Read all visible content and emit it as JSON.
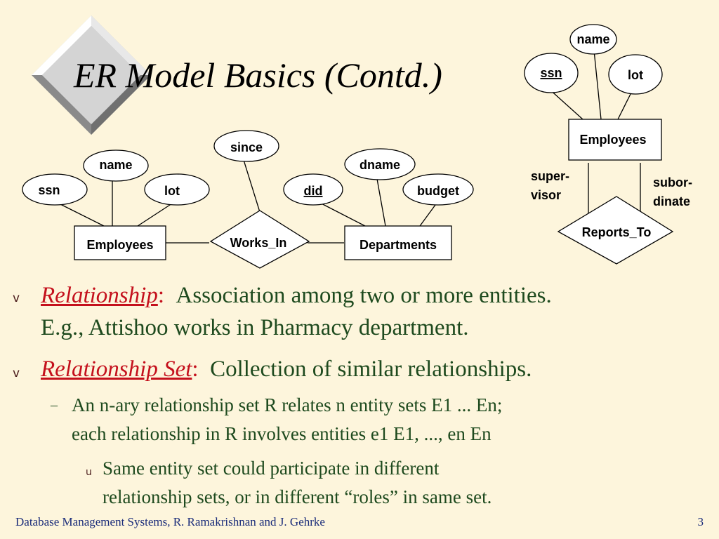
{
  "slide": {
    "title": "ER Model Basics (Contd.)",
    "footer_left": "Database Management Systems, R. Ramakrishnan and J. Gehrke",
    "page_number": "3",
    "colors": {
      "background": "#fdf5dc",
      "body_text": "#1e4a1e",
      "term_text": "#c4101c",
      "footer_text": "#1a2c7a"
    }
  },
  "diagram_left": {
    "entity1": "Employees",
    "entity1_attrs": [
      "ssn",
      "name",
      "lot"
    ],
    "relationship": "Works_In",
    "relationship_attr": "since",
    "entity2": "Departments",
    "entity2_attrs": [
      "did",
      "dname",
      "budget"
    ]
  },
  "diagram_right": {
    "entity": "Employees",
    "attrs": [
      "name",
      "ssn",
      "lot"
    ],
    "relationship": "Reports_To",
    "role_left": [
      "super-",
      "visor"
    ],
    "role_right": [
      "subor-",
      "dinate"
    ]
  },
  "bullets": [
    {
      "marker": "v",
      "term": "Relationship",
      "colon": ":",
      "lines": [
        "Association among two or more entities.",
        "E.g., Attishoo works in Pharmacy department."
      ]
    },
    {
      "marker": "v",
      "term": "Relationship Set",
      "colon": ":",
      "lines": [
        "Collection of similar relationships."
      ]
    }
  ],
  "sub_bullet": {
    "marker": "–",
    "lines": [
      "An n-ary relationship set  R relates n entity sets E1 ... En;",
      "each relationship in R involves entities e1    E1, ..., en     En"
    ]
  },
  "sub_sub_bullet": {
    "marker": "u",
    "lines": [
      "Same entity set could participate in different",
      "relationship sets, or in different “roles” in same set."
    ]
  }
}
